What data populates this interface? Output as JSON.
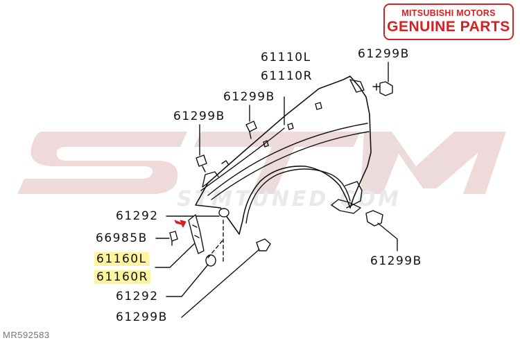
{
  "badge": {
    "line1": "MITSUBISHI MOTORS",
    "line2": "GENUINE PARTS"
  },
  "watermark": {
    "brand": "STMTUNED.COM"
  },
  "labels": {
    "fender_l": "61110L",
    "fender_r": "61110R",
    "bolt_top_right": "61299B",
    "bolt_upper_mid": "61299B",
    "bolt_upper_left": "61299B",
    "bolt_lower_right": "61299B",
    "bolt_bottom": "61299B",
    "grommet_top": "61292",
    "grommet_bottom": "61292",
    "clip": "66985B",
    "bracket_l": "61160L",
    "bracket_r": "61160R"
  },
  "part_number": "MR592583",
  "colors": {
    "accent": "#d42020",
    "highlight": "#fff5a0",
    "line": "#111111"
  }
}
